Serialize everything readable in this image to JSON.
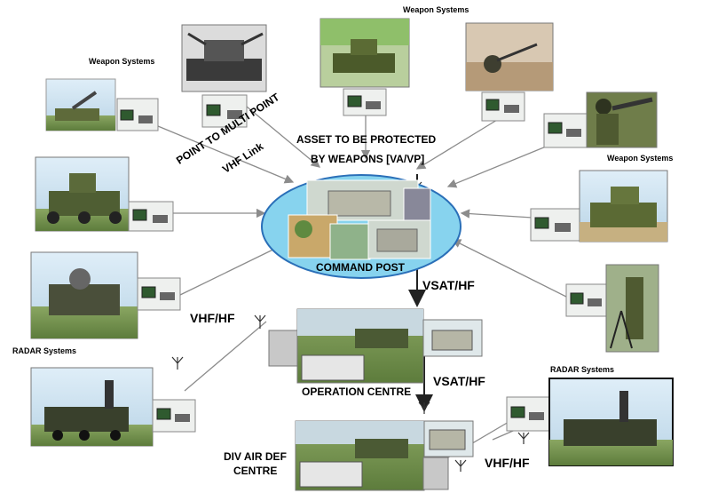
{
  "labels": {
    "weapon_systems": "Weapon Systems",
    "radar_systems": "RADAR Systems",
    "point_to_multipoint": "POINT TO MULTI POINT",
    "vhf_link": "VHF Link",
    "asset_line1": "ASSET TO BE PROTECTED",
    "asset_line2": "BY WEAPONS [VA/VP]",
    "command_post": "COMMAND POST",
    "vsat_hf": "VSAT/HF",
    "vhf_hf": "VHF/HF",
    "operation_centre": "OPERATION CENTRE",
    "div_air_def_line1": "DIV AIR DEF",
    "div_air_def_line2": "CENTRE"
  },
  "colors": {
    "hub_fill": "#87d3ee",
    "hub_stroke": "#2a6fb8",
    "link_line": "#8c8c8c",
    "dark_arrow": "#222222",
    "sky": "#cfe3f2",
    "grass": "#6f8f4a",
    "vehicle_green": "#4f5e33"
  }
}
